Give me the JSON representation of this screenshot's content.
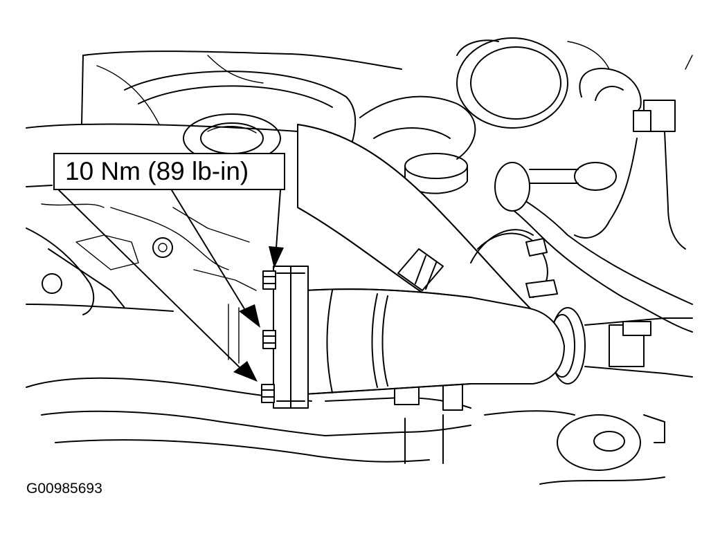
{
  "callout": {
    "torque_label": "10 Nm (89 lb-in)"
  },
  "figure": {
    "id": "G00985693"
  },
  "parts": {
    "bolt_count": 3,
    "arrow_icon": "leader-arrow-icon"
  }
}
